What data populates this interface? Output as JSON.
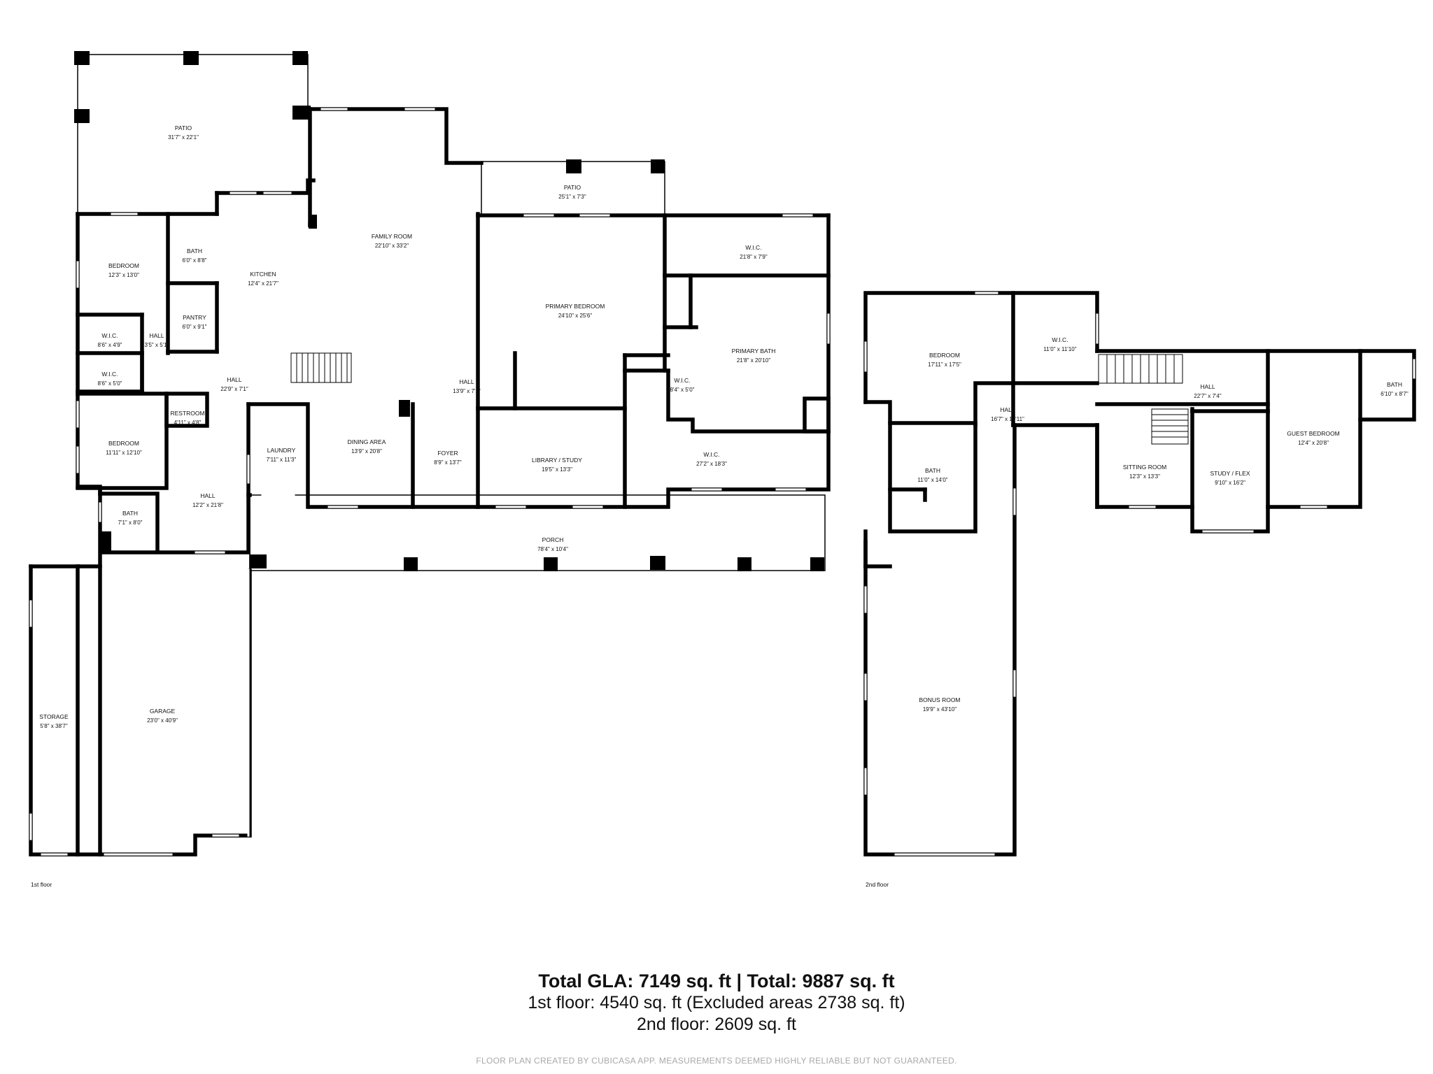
{
  "floors": [
    {
      "label": "1st floor",
      "rooms": [
        {
          "name": "PATIO",
          "dim": "31'7\" x 22'1\""
        },
        {
          "name": "FAMILY ROOM",
          "dim": "22'10\" x 33'2\""
        },
        {
          "name": "PATIO",
          "dim": "25'1\" x 7'3\""
        },
        {
          "name": "BEDROOM",
          "dim": "12'3\" x 13'0\""
        },
        {
          "name": "BATH",
          "dim": "6'0\" x 8'8\""
        },
        {
          "name": "KITCHEN",
          "dim": "12'4\" x 21'7\""
        },
        {
          "name": "PANTRY",
          "dim": "6'0\" x 9'1\""
        },
        {
          "name": "W.I.C.",
          "dim": "8'6\" x 4'9\""
        },
        {
          "name": "HALL",
          "dim": "3'5\" x 5'1\""
        },
        {
          "name": "W.I.C.",
          "dim": "8'6\" x 5'0\""
        },
        {
          "name": "HALL",
          "dim": "22'9\" x 7'1\""
        },
        {
          "name": "HALL",
          "dim": "13'9\" x 7'1\""
        },
        {
          "name": "RESTROOM",
          "dim": "4'11\" x 4'8\""
        },
        {
          "name": "BEDROOM",
          "dim": "11'11\" x 12'10\""
        },
        {
          "name": "LAUNDRY",
          "dim": "7'11\" x 11'3\""
        },
        {
          "name": "DINING AREA",
          "dim": "13'9\" x 20'8\""
        },
        {
          "name": "FOYER",
          "dim": "8'9\" x 13'7\""
        },
        {
          "name": "LIBRARY / STUDY",
          "dim": "19'5\" x 13'3\""
        },
        {
          "name": "HALL",
          "dim": "12'2\" x 21'8\""
        },
        {
          "name": "BATH",
          "dim": "7'1\" x 8'0\""
        },
        {
          "name": "PRIMARY BEDROOM",
          "dim": "24'10\" x 25'6\""
        },
        {
          "name": "W.I.C.",
          "dim": "21'8\" x 7'9\""
        },
        {
          "name": "PRIMARY BATH",
          "dim": "21'8\" x 20'10\""
        },
        {
          "name": "W.I.C.",
          "dim": "8'4\" x 5'0\""
        },
        {
          "name": "W.I.C.",
          "dim": "27'2\" x 18'3\""
        },
        {
          "name": "PORCH",
          "dim": "78'4\" x 10'4\""
        },
        {
          "name": "STORAGE",
          "dim": "5'8\" x 38'7\""
        },
        {
          "name": "GARAGE",
          "dim": "23'0\" x 40'9\""
        }
      ]
    },
    {
      "label": "2nd floor",
      "rooms": [
        {
          "name": "BEDROOM",
          "dim": "17'11\" x 17'5\""
        },
        {
          "name": "W.I.C.",
          "dim": "11'0\" x 11'10\""
        },
        {
          "name": "HALL",
          "dim": "22'7\" x 7'4\""
        },
        {
          "name": "BATH",
          "dim": "6'10\" x 8'7\""
        },
        {
          "name": "HALL",
          "dim": "16'7\" x 19'11\""
        },
        {
          "name": "GUEST BEDROOM",
          "dim": "12'4\" x 20'8\""
        },
        {
          "name": "BATH",
          "dim": "11'0\" x 14'0\""
        },
        {
          "name": "SITTING ROOM",
          "dim": "12'3\" x 13'3\""
        },
        {
          "name": "STUDY / FLEX",
          "dim": "9'10\" x 16'2\""
        },
        {
          "name": "BONUS ROOM",
          "dim": "19'9\" x 43'10\""
        }
      ]
    }
  ],
  "summary": {
    "total": "Total GLA: 7149 sq. ft | Total: 9887 sq. ft",
    "first_floor": "1st floor: 4540 sq. ft (Excluded areas 2738 sq. ft)",
    "second_floor": "2nd floor: 2609 sq. ft"
  },
  "disclaimer": "FLOOR PLAN CREATED BY CUBICASA APP. MEASUREMENTS DEEMED HIGHLY RELIABLE BUT NOT GUARANTEED."
}
